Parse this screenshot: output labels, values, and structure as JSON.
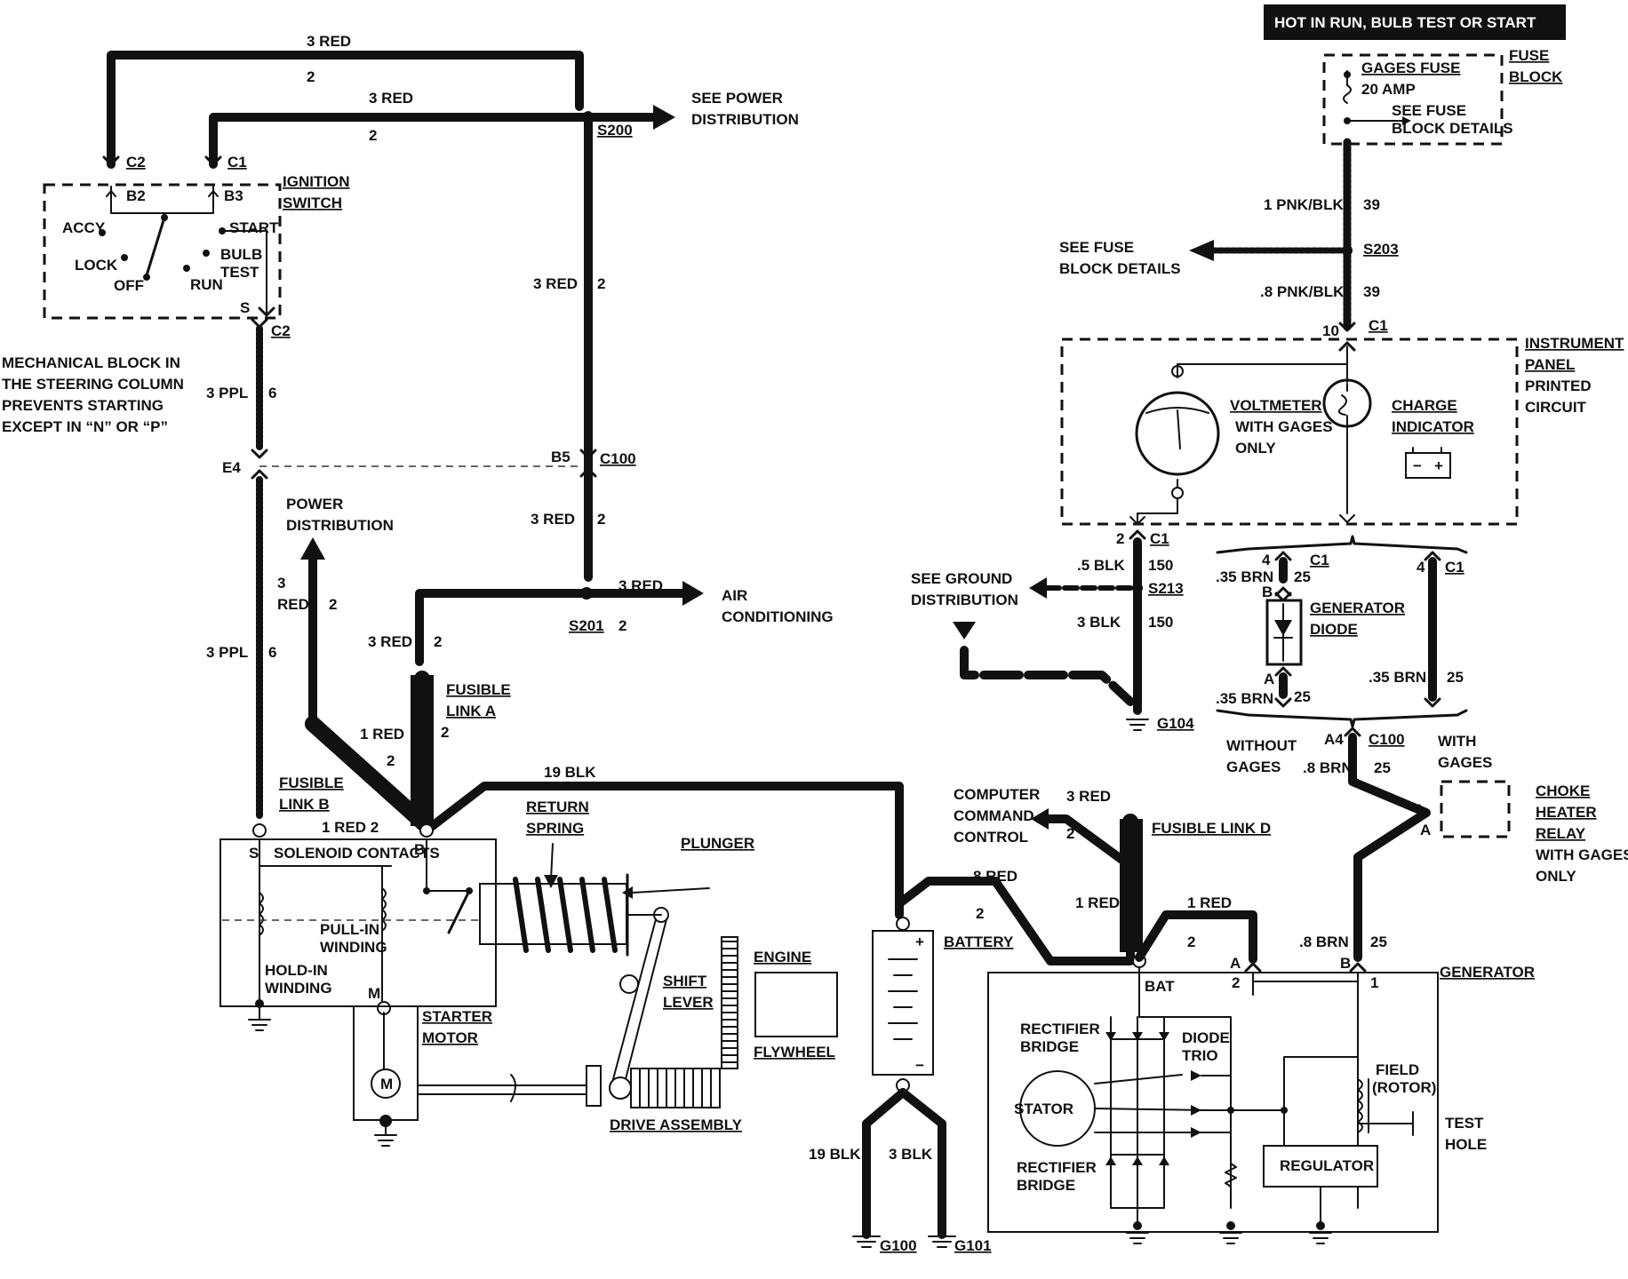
{
  "header": {
    "hot_label": "HOT IN RUN,  BULB TEST OR START"
  },
  "fuse_block": {
    "title1": "FUSE",
    "title2": "BLOCK",
    "fuse_name": "GAGES FUSE",
    "rating": "20 AMP",
    "see1": "SEE FUSE",
    "see2": "BLOCK DETAILS"
  },
  "ignition": {
    "title1": "IGNITION",
    "title2": "SWITCH",
    "c2": "C2",
    "c1": "C1",
    "b2": "B2",
    "b3": "B3",
    "accy": "ACCY",
    "lock": "LOCK",
    "off": "OFF",
    "run": "RUN",
    "start": "START",
    "bulb": "BULB",
    "test": "TEST",
    "s": "S",
    "c2_bottom": "C2"
  },
  "mechanical_note": [
    "MECHANICAL BLOCK IN",
    "THE STEERING COLUMN",
    "PREVENTS STARTING",
    "EXCEPT IN “N” OR “P”"
  ],
  "wires": {
    "top_red": "3 RED",
    "top_red_num": "2",
    "second_red": "3 RED",
    "second_red_num": "2",
    "see_power1": "SEE POWER",
    "see_power2": "DISTRIBUTION",
    "s200": "S200",
    "mid_red": "3 RED",
    "mid_red_num": "2",
    "ppl_top": "3 PPL",
    "ppl_top_num": "6",
    "e4": "E4",
    "b5": "B5",
    "c100_left": "C100",
    "lower_red": "3 RED",
    "lower_red_num": "2",
    "power_dist1": "POWER",
    "power_dist2": "DISTRIBUTION",
    "red3": "3",
    "red_word": "RED",
    "red_num": "2",
    "ac_red": "3 RED",
    "air1": "AIR",
    "air2": "CONDITIONING",
    "s201": "S201",
    "s201_num": "2",
    "red3b": "3 RED",
    "red3b_num": "2",
    "ppl_bottom": "3 PPL",
    "ppl_bottom_num": "6",
    "fusible_a1": "FUSIBLE",
    "fusible_a2": "LINK A",
    "one_red": "1 RED",
    "one_red_num": "2",
    "one_red_a_num": "2",
    "blk19": "19 BLK",
    "fusible_b1": "FUSIBLE",
    "fusible_b2": "LINK B",
    "one_red2": "1 RED  2"
  },
  "starter": {
    "solenoid_contacts": "SOLENOID CONTACTS",
    "s": "S",
    "b": "B",
    "m": "M",
    "pull1": "PULL-IN",
    "pull2": "WINDING",
    "hold1": "HOLD-IN",
    "hold2": "WINDING",
    "return1": "RETURN",
    "return2": "SPRING",
    "plunger": "PLUNGER",
    "shift1": "SHIFT",
    "shift2": "LEVER",
    "engine": "ENGINE",
    "flywheel": "FLYWHEEL",
    "motor1": "STARTER",
    "motor2": "MOTOR",
    "motor_m": "M",
    "drive": "DRIVE ASSEMBLY"
  },
  "battery": {
    "label": "BATTERY",
    "plus": "+",
    "minus": "−",
    "red8": "8 RED",
    "red8_num": "2",
    "blk19": "19 BLK",
    "blk3": "3 BLK",
    "g100": "G100",
    "g101": "G101"
  },
  "right_wires": {
    "pnk1": "1 PNK/BLK",
    "pnk1_num": "39",
    "see_fuse1": "SEE FUSE",
    "see_fuse2": "BLOCK DETAILS",
    "s203": "S203",
    "pnk8": ".8 PNK/BLK",
    "pnk8_num": "39",
    "c1_num": "10",
    "c1": "C1"
  },
  "instrument": {
    "title": [
      "INSTRUMENT",
      "PANEL",
      "PRINTED",
      "CIRCUIT"
    ],
    "voltmeter": "VOLTMETER",
    "with_gages": "WITH GAGES",
    "only": "ONLY",
    "charge1": "CHARGE",
    "charge2": "INDICATOR"
  },
  "ground_section": {
    "c1_num": "2",
    "c1": "C1",
    "see_ground1": "SEE GROUND",
    "see_ground2": "DISTRIBUTION",
    "blk5": ".5 BLK",
    "blk5_num": "150",
    "s213": "S213",
    "blk3": "3 BLK",
    "blk3_num": "150",
    "g104": "G104"
  },
  "diode_section": {
    "c1_left_num": "4",
    "c1_left": "C1",
    "brn_top": ".35 BRN",
    "brn_top_num": "25",
    "b": "B",
    "gen1": "GENERATOR",
    "gen2": "DIODE",
    "a": "A",
    "brn_bottom": ".35 BRN",
    "brn_bottom_num": "25",
    "c1_right_num": "4",
    "c1_right": "C1",
    "brn_right": ".35 BRN",
    "brn_right_num": "25",
    "without1": "WITHOUT",
    "without2": "GAGES",
    "a4": "A4",
    "c100": "C100",
    "with1": "WITH",
    "with2": "GAGES",
    "brn8": ".8 BRN",
    "brn8_num": "25"
  },
  "choke": {
    "lines": [
      "CHOKE",
      "HEATER",
      "RELAY",
      "WITH GAGES",
      "ONLY"
    ],
    "a": "A"
  },
  "generator": {
    "computer1": "COMPUTER",
    "computer2": "COMMAND",
    "computer3": "CONTROL",
    "red3": "3 RED",
    "red3_num": "2",
    "fusible_d": "FUSIBLE LINK D",
    "one_red": "1 RED",
    "one_red2": "1 RED",
    "one_red2_num": "2",
    "a": "A",
    "a2": "2",
    "brn8": ".8 BRN",
    "brn8_num": "25",
    "b": "B",
    "b1": "1",
    "title": "GENERATOR",
    "bat": "BAT",
    "rect1a": "RECTIFIER",
    "rect1b": "BRIDGE",
    "diode1": "DIODE",
    "diode2": "TRIO",
    "stator": "STATOR",
    "field1": "FIELD",
    "field2": "(ROTOR)",
    "rect2a": "RECTIFIER",
    "rect2b": "BRIDGE",
    "regulator": "REGULATOR",
    "test1": "TEST",
    "test2": "HOLE"
  }
}
